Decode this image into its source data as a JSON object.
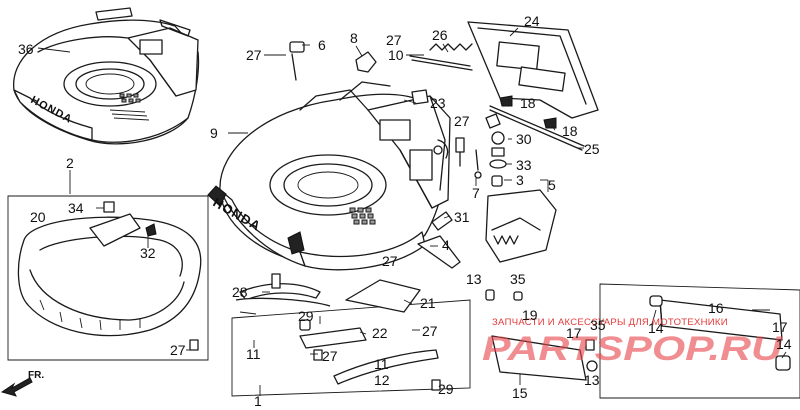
{
  "labels": {
    "p36": "36",
    "p6": "6",
    "p27a": "27",
    "p8": "8",
    "p27b": "27",
    "p10": "10",
    "p26": "26",
    "p24": "24",
    "p9": "9",
    "p23": "23",
    "p18a": "18",
    "p18b": "18",
    "p27c": "27",
    "p30": "30",
    "p25": "25",
    "p33": "33",
    "p7": "7",
    "p3": "3",
    "p5": "5",
    "p2": "2",
    "p34": "34",
    "p20": "20",
    "p31": "31",
    "p32": "32",
    "p4": "4",
    "p27d": "27",
    "p13a": "13",
    "p35a": "35",
    "p28": "28",
    "p21": "21",
    "p29a": "29",
    "p19": "19",
    "p22": "22",
    "p27e": "27",
    "p17a": "17",
    "p16": "16",
    "p14a": "14",
    "p17b": "17",
    "p35b": "35",
    "p14b": "14",
    "p27f": "27",
    "p11a": "11",
    "p27g": "27",
    "p11b": "11",
    "p12": "12",
    "p13b": "13",
    "p29b": "29",
    "p15": "15",
    "p1": "1"
  },
  "brand": {
    "deck_small": "HONDA",
    "deck_large": "HONDA"
  },
  "watermark": {
    "tagline": "ЗАПЧАСТИ И АКСЕССУАРЫ ДЛЯ МОТОТЕХНИКИ",
    "site": "PARTSPOP.RU"
  },
  "direction_marker": {
    "text": "FR."
  },
  "colors": {
    "line": "#1a1a1a",
    "watermark": "#e33a3a"
  }
}
